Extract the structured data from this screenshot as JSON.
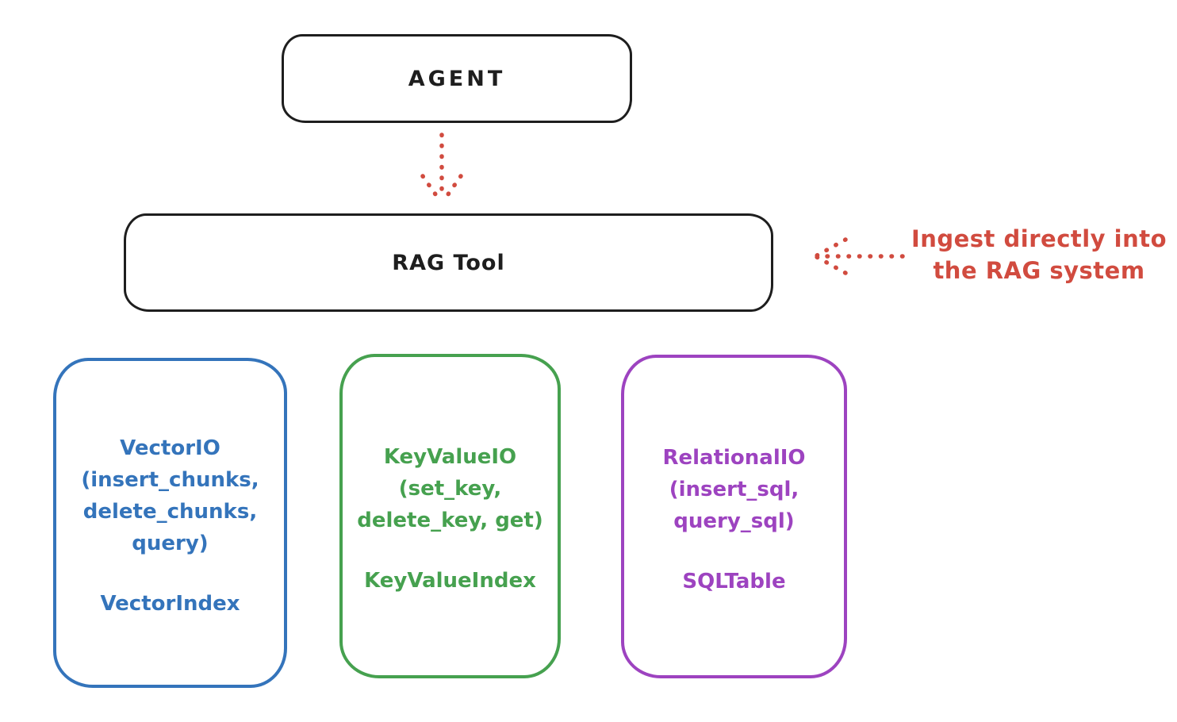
{
  "colors": {
    "ink": "#1e1e1e",
    "red": "#d14b3f",
    "blue": "#3474bb",
    "green": "#46a14f",
    "purple": "#9d43c0",
    "background": "#ffffff"
  },
  "nodes": {
    "agent": {
      "label": "AGENT"
    },
    "rag_tool": {
      "label": "RAG Tool"
    }
  },
  "annotation": {
    "lines": [
      "Ingest directly into",
      "the RAG system"
    ],
    "color": "#d14b3f"
  },
  "arrows": [
    {
      "name": "agent-to-rag-tool",
      "style": "dotted",
      "color": "#d14b3f",
      "direction": "down"
    },
    {
      "name": "ingest-into-rag",
      "style": "dotted",
      "color": "#d14b3f",
      "direction": "left"
    }
  ],
  "stores": [
    {
      "name": "vector-io",
      "color": "#3474bb",
      "lines": [
        "VectorIO",
        "(insert_chunks,",
        "delete_chunks,",
        "query)"
      ],
      "footer": "VectorIndex"
    },
    {
      "name": "keyvalue-io",
      "color": "#46a14f",
      "lines": [
        "KeyValueIO",
        "(set_key,",
        "delete_key, get)"
      ],
      "footer": "KeyValueIndex"
    },
    {
      "name": "relational-io",
      "color": "#9d43c0",
      "lines": [
        "RelationalIO",
        "(insert_sql,",
        "query_sql)"
      ],
      "footer": "SQLTable"
    }
  ]
}
